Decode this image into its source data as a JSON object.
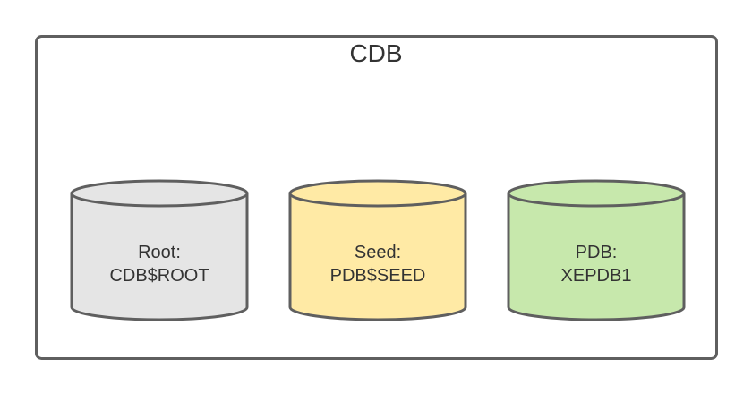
{
  "container": {
    "title": "CDB"
  },
  "databases": [
    {
      "line1": "Root:",
      "line2": "CDB$ROOT",
      "color": "#e5e5e5"
    },
    {
      "line1": "Seed:",
      "line2": "PDB$SEED",
      "color": "#ffeaa5"
    },
    {
      "line1": "PDB:",
      "line2": "XEPDB1",
      "color": "#c7e8ac"
    }
  ],
  "colors": {
    "stroke": "#5f5f5f"
  }
}
